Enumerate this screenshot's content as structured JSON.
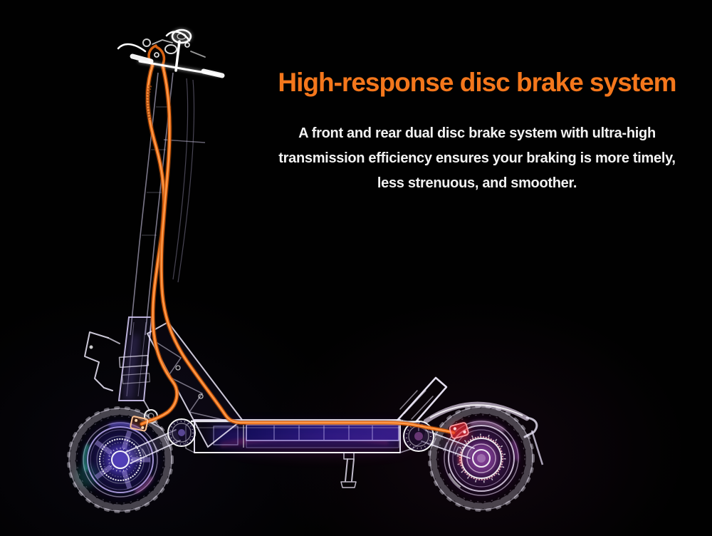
{
  "hero": {
    "heading": "High-response disc brake system",
    "body_lines": [
      "A front and rear dual disc brake system with ultra-high",
      "transmission efficiency ensures your braking is more timely,",
      "less strenuous, and smoother."
    ]
  },
  "illustration": {
    "alt": "X-ray style side view of an off-road electric scooter with glowing wheels and highlighted orange brake cables running from the handlebar lever to the front and rear disc brake calipers"
  },
  "colors": {
    "background_black": "#010101",
    "heading_orange": "#f4771c",
    "body_white": "#f2f2f2",
    "cable_orange": "#ee6d14",
    "caliper_red": "#e8262d",
    "frame_white": "#efeafb",
    "front_glow_blue": "#4636e0",
    "rear_glow_magenta": "#a040d8",
    "battery_blue": "#2d1a86"
  }
}
